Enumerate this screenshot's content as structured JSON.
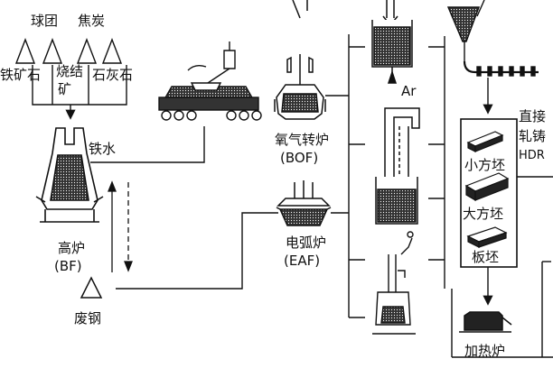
{
  "labels": {
    "pellet": "球团",
    "coke": "焦炭",
    "iron_ore": "铁矿石",
    "sinter_line1": "烧结",
    "sinter_line2": "矿",
    "limestone": "石灰石",
    "hot_metal": "铁水",
    "bf_name": "高炉",
    "bf_abbr": "(BF)",
    "scrap": "废钢",
    "bof_name": "氧气转炉",
    "bof_abbr": "(BOF)",
    "eaf_name": "电弧炉",
    "eaf_abbr": "(EAF)",
    "argon": "Ar",
    "direct_line1": "直接",
    "direct_line2": "轧铸",
    "direct_line3": "HDR",
    "billet": "小方坯",
    "bloom": "大方坯",
    "slab": "板坯",
    "reheat_furnace": "加热炉"
  }
}
